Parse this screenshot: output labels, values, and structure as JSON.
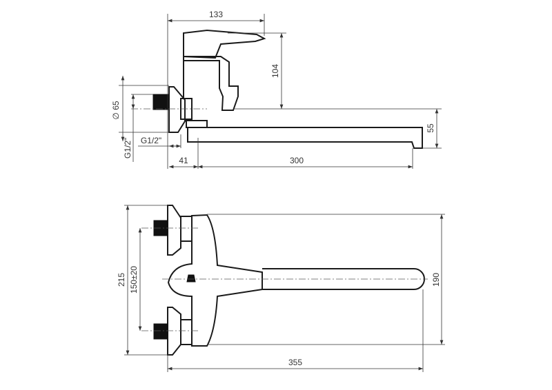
{
  "drawing": {
    "line_color": "#1a1a1a",
    "side_view": {
      "dims": {
        "overall_height_label": "133",
        "handle_height_label": "104",
        "spout_drop_label": "55",
        "wall_offset_label": "41",
        "spout_length_label": "300",
        "flange_diameter_label": "∅ 65",
        "thread_vertical_label": "G1/2\"",
        "thread_horizontal_label": "G1/2\""
      }
    },
    "top_view": {
      "dims": {
        "flange_span_label": "215",
        "inlet_spacing_label": "150±20",
        "spout_width_label": "190",
        "total_length_label": "355"
      }
    }
  }
}
